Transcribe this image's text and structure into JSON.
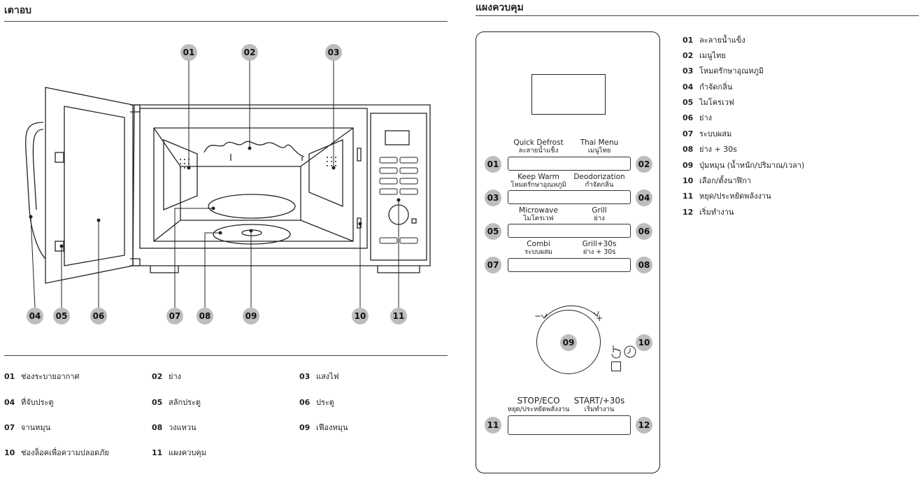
{
  "oven": {
    "title": "เตาอบ",
    "callouts": [
      "01",
      "02",
      "03",
      "04",
      "05",
      "06",
      "07",
      "08",
      "09",
      "10",
      "11"
    ],
    "legend": [
      {
        "num": "01",
        "text": "ช่องระบายอากาศ"
      },
      {
        "num": "02",
        "text": "ย่าง"
      },
      {
        "num": "03",
        "text": "แสงไฟ"
      },
      {
        "num": "04",
        "text": "ที่จับประตู"
      },
      {
        "num": "05",
        "text": "สลักประตู"
      },
      {
        "num": "06",
        "text": "ประตู"
      },
      {
        "num": "07",
        "text": "จานหมุน"
      },
      {
        "num": "08",
        "text": "วงแหวน"
      },
      {
        "num": "09",
        "text": "เฟืองหมุน"
      },
      {
        "num": "10",
        "text": "ช่องล็อคเพื่อความปลอดภัย"
      },
      {
        "num": "11",
        "text": "แผงควบคุม"
      }
    ]
  },
  "panel": {
    "title": "แผงควบคุม",
    "buttons": [
      {
        "en_left": "Quick Defrost",
        "th_left": "ละลายน้ำแข็ง",
        "en_right": "Thai Menu",
        "th_right": "เมนูไทย",
        "num_left": "01",
        "num_right": "02"
      },
      {
        "en_left": "Keep Warm",
        "th_left": "โหมดรักษาอุณหภูมิ",
        "en_right": "Deodorization",
        "th_right": "กำจัดกลิ่น",
        "num_left": "03",
        "num_right": "04"
      },
      {
        "en_left": "Microwave",
        "th_left": "ไมโครเวฟ",
        "en_right": "Grill",
        "th_right": "ย่าง",
        "num_left": "05",
        "num_right": "06"
      },
      {
        "en_left": "Combi",
        "th_left": "ระบบผสม",
        "en_right": "Grill+30s",
        "th_right": "ย่าง + 30s",
        "num_left": "07",
        "num_right": "08"
      }
    ],
    "dial_num": "09",
    "dial_minus": "−",
    "dial_plus": "+",
    "select_num": "10",
    "bottom": {
      "en_left": "STOP/ECO",
      "th_left": "หยุด/ประหยัดพลังงาน",
      "en_right": "START/+30s",
      "th_right": "เริ่มทำงาน",
      "num_left": "11",
      "num_right": "12"
    },
    "legend": [
      {
        "num": "01",
        "text": "ละลายน้ำแข็ง"
      },
      {
        "num": "02",
        "text": "เมนูไทย"
      },
      {
        "num": "03",
        "text": "โหมดรักษาอุณหภูมิ"
      },
      {
        "num": "04",
        "text": "กำจัดกลิ่น"
      },
      {
        "num": "05",
        "text": "ไมโครเวฟ"
      },
      {
        "num": "06",
        "text": "ย่าง"
      },
      {
        "num": "07",
        "text": "ระบบผสม"
      },
      {
        "num": "08",
        "text": "ย่าง + 30s"
      },
      {
        "num": "09",
        "text": "ปุ่มหมุน (น้ำหนัก/ปริมาณ/เวลา)"
      },
      {
        "num": "10",
        "text": "เลือก/ตั้งนาฬิกา"
      },
      {
        "num": "11",
        "text": "หยุด/ประหยัดพลังงาน"
      },
      {
        "num": "12",
        "text": "เริ่มทำงาน"
      }
    ]
  }
}
